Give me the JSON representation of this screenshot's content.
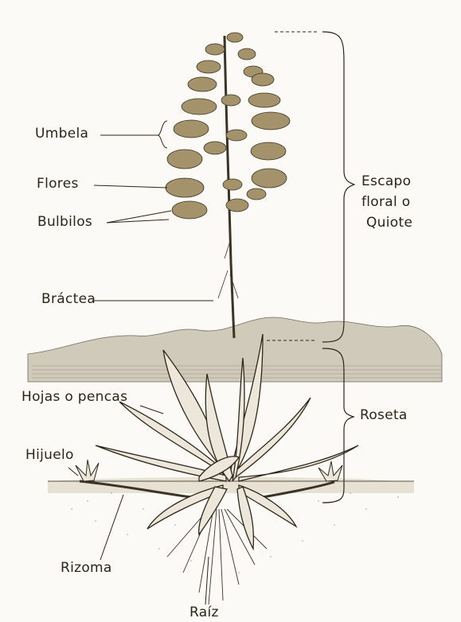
{
  "labels": {
    "umbela": "Umbela",
    "flores": "Flores",
    "bulbilos": "Bulbilos",
    "bractea": "Bráctea",
    "hojas": "Hojas o pencas",
    "hijuelo": "Hijuelo",
    "rizoma": "Rizoma",
    "raiz": "Raíz",
    "escapo_1": "Escapo",
    "escapo_2": "floral o",
    "escapo_3": "Quiote",
    "roseta": "Roseta"
  },
  "colors": {
    "ink": "#2b2519",
    "paper": "#fbfaf6",
    "flower": "#8b7a55",
    "ground": "#d9d4c6"
  }
}
